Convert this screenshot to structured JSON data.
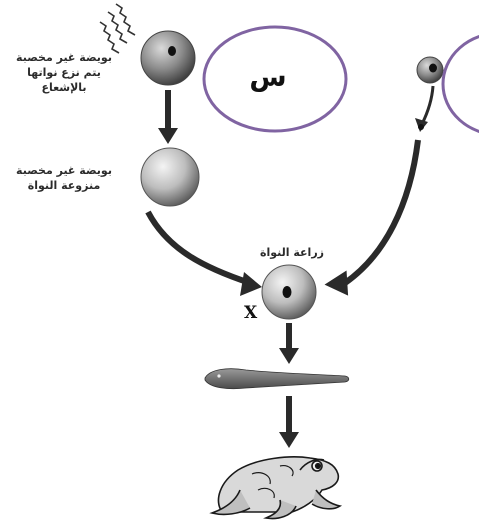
{
  "diagram": {
    "labels": {
      "egg_irradiated": [
        "بويضة غير مخصبة",
        "يتم نزع نواتها",
        "بالإشعاع"
      ],
      "egg_enucleated": [
        "بويضة غير مخصبة",
        "منزوعة النواة"
      ],
      "nucleus_transplant": "زراعة النواة",
      "marker_x": "X",
      "circle_letter": "س"
    },
    "colors": {
      "callout_outline": "#8064a2",
      "arrow": "#2a2a2a",
      "cell_fill_dark": "#7a7a7a",
      "cell_fill_light": "#dedede"
    }
  }
}
